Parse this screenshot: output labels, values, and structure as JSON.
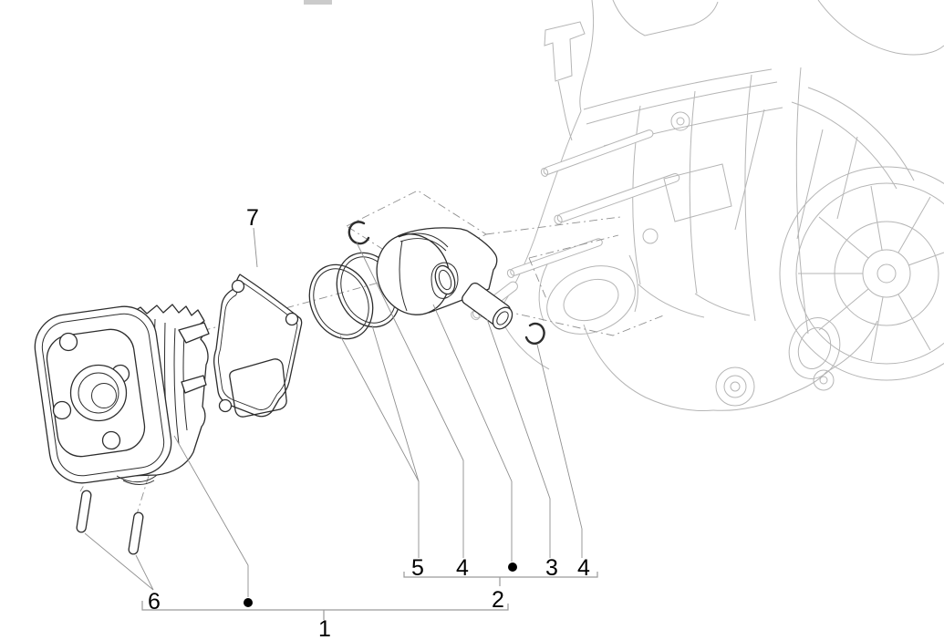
{
  "diagram": {
    "colors": {
      "background": "#ffffff",
      "part_line": "#2d2d2d",
      "ghost_line": "#b5b5b5",
      "leader_line": "#8f8f8f",
      "bracket_line": "#9a9a9a",
      "label_text": "#000000",
      "artifact_fill": "#cbcbcb"
    },
    "labels": {
      "cylinder_kit": "1",
      "piston_assembly": "2",
      "wrist_pin": "3",
      "circlip_left": "4",
      "circlip_right": "4",
      "ring_set": "5",
      "studs": "6",
      "gasket": "7"
    },
    "markers": [
      {
        "name": "piston-assembly-dot"
      },
      {
        "name": "cylinder-kit-dot"
      }
    ]
  }
}
